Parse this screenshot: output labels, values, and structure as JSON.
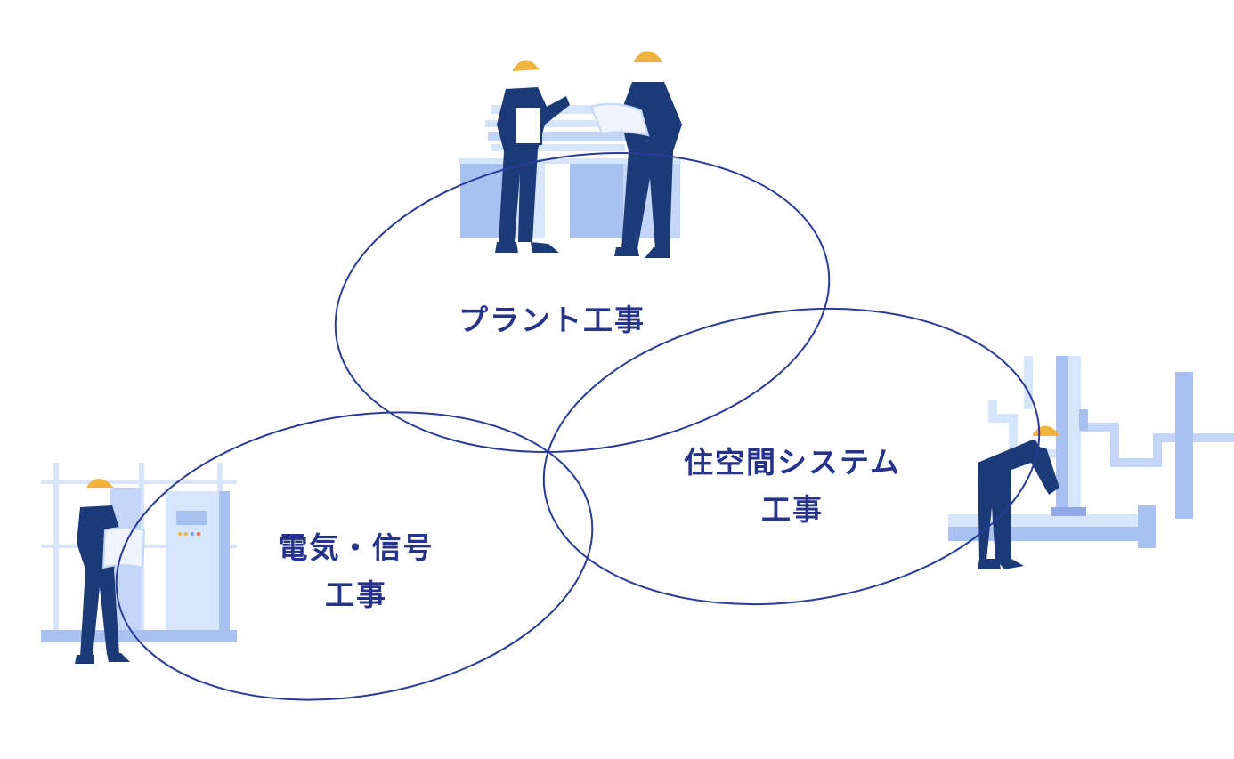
{
  "colors": {
    "ellipse_stroke": "#2a3a9a",
    "label_text": "#26338d",
    "worker_uniform": "#1d3a78",
    "helmet": "#f0b43a",
    "equipment_light": "#d6e4fc",
    "equipment_mid": "#a9c1f0",
    "equipment_dark": "#8fa9e6",
    "skin": "#ffffff"
  },
  "nodes": [
    {
      "id": "plant",
      "label_lines": [
        "プラント工事"
      ],
      "icon": "plant-workers-illustration"
    },
    {
      "id": "living",
      "label_lines": [
        "住空間システム",
        "工事"
      ],
      "icon": "pipe-worker-illustration"
    },
    {
      "id": "electric",
      "label_lines": [
        "電気・信号",
        "工事"
      ],
      "icon": "control-panel-worker-illustration"
    }
  ]
}
